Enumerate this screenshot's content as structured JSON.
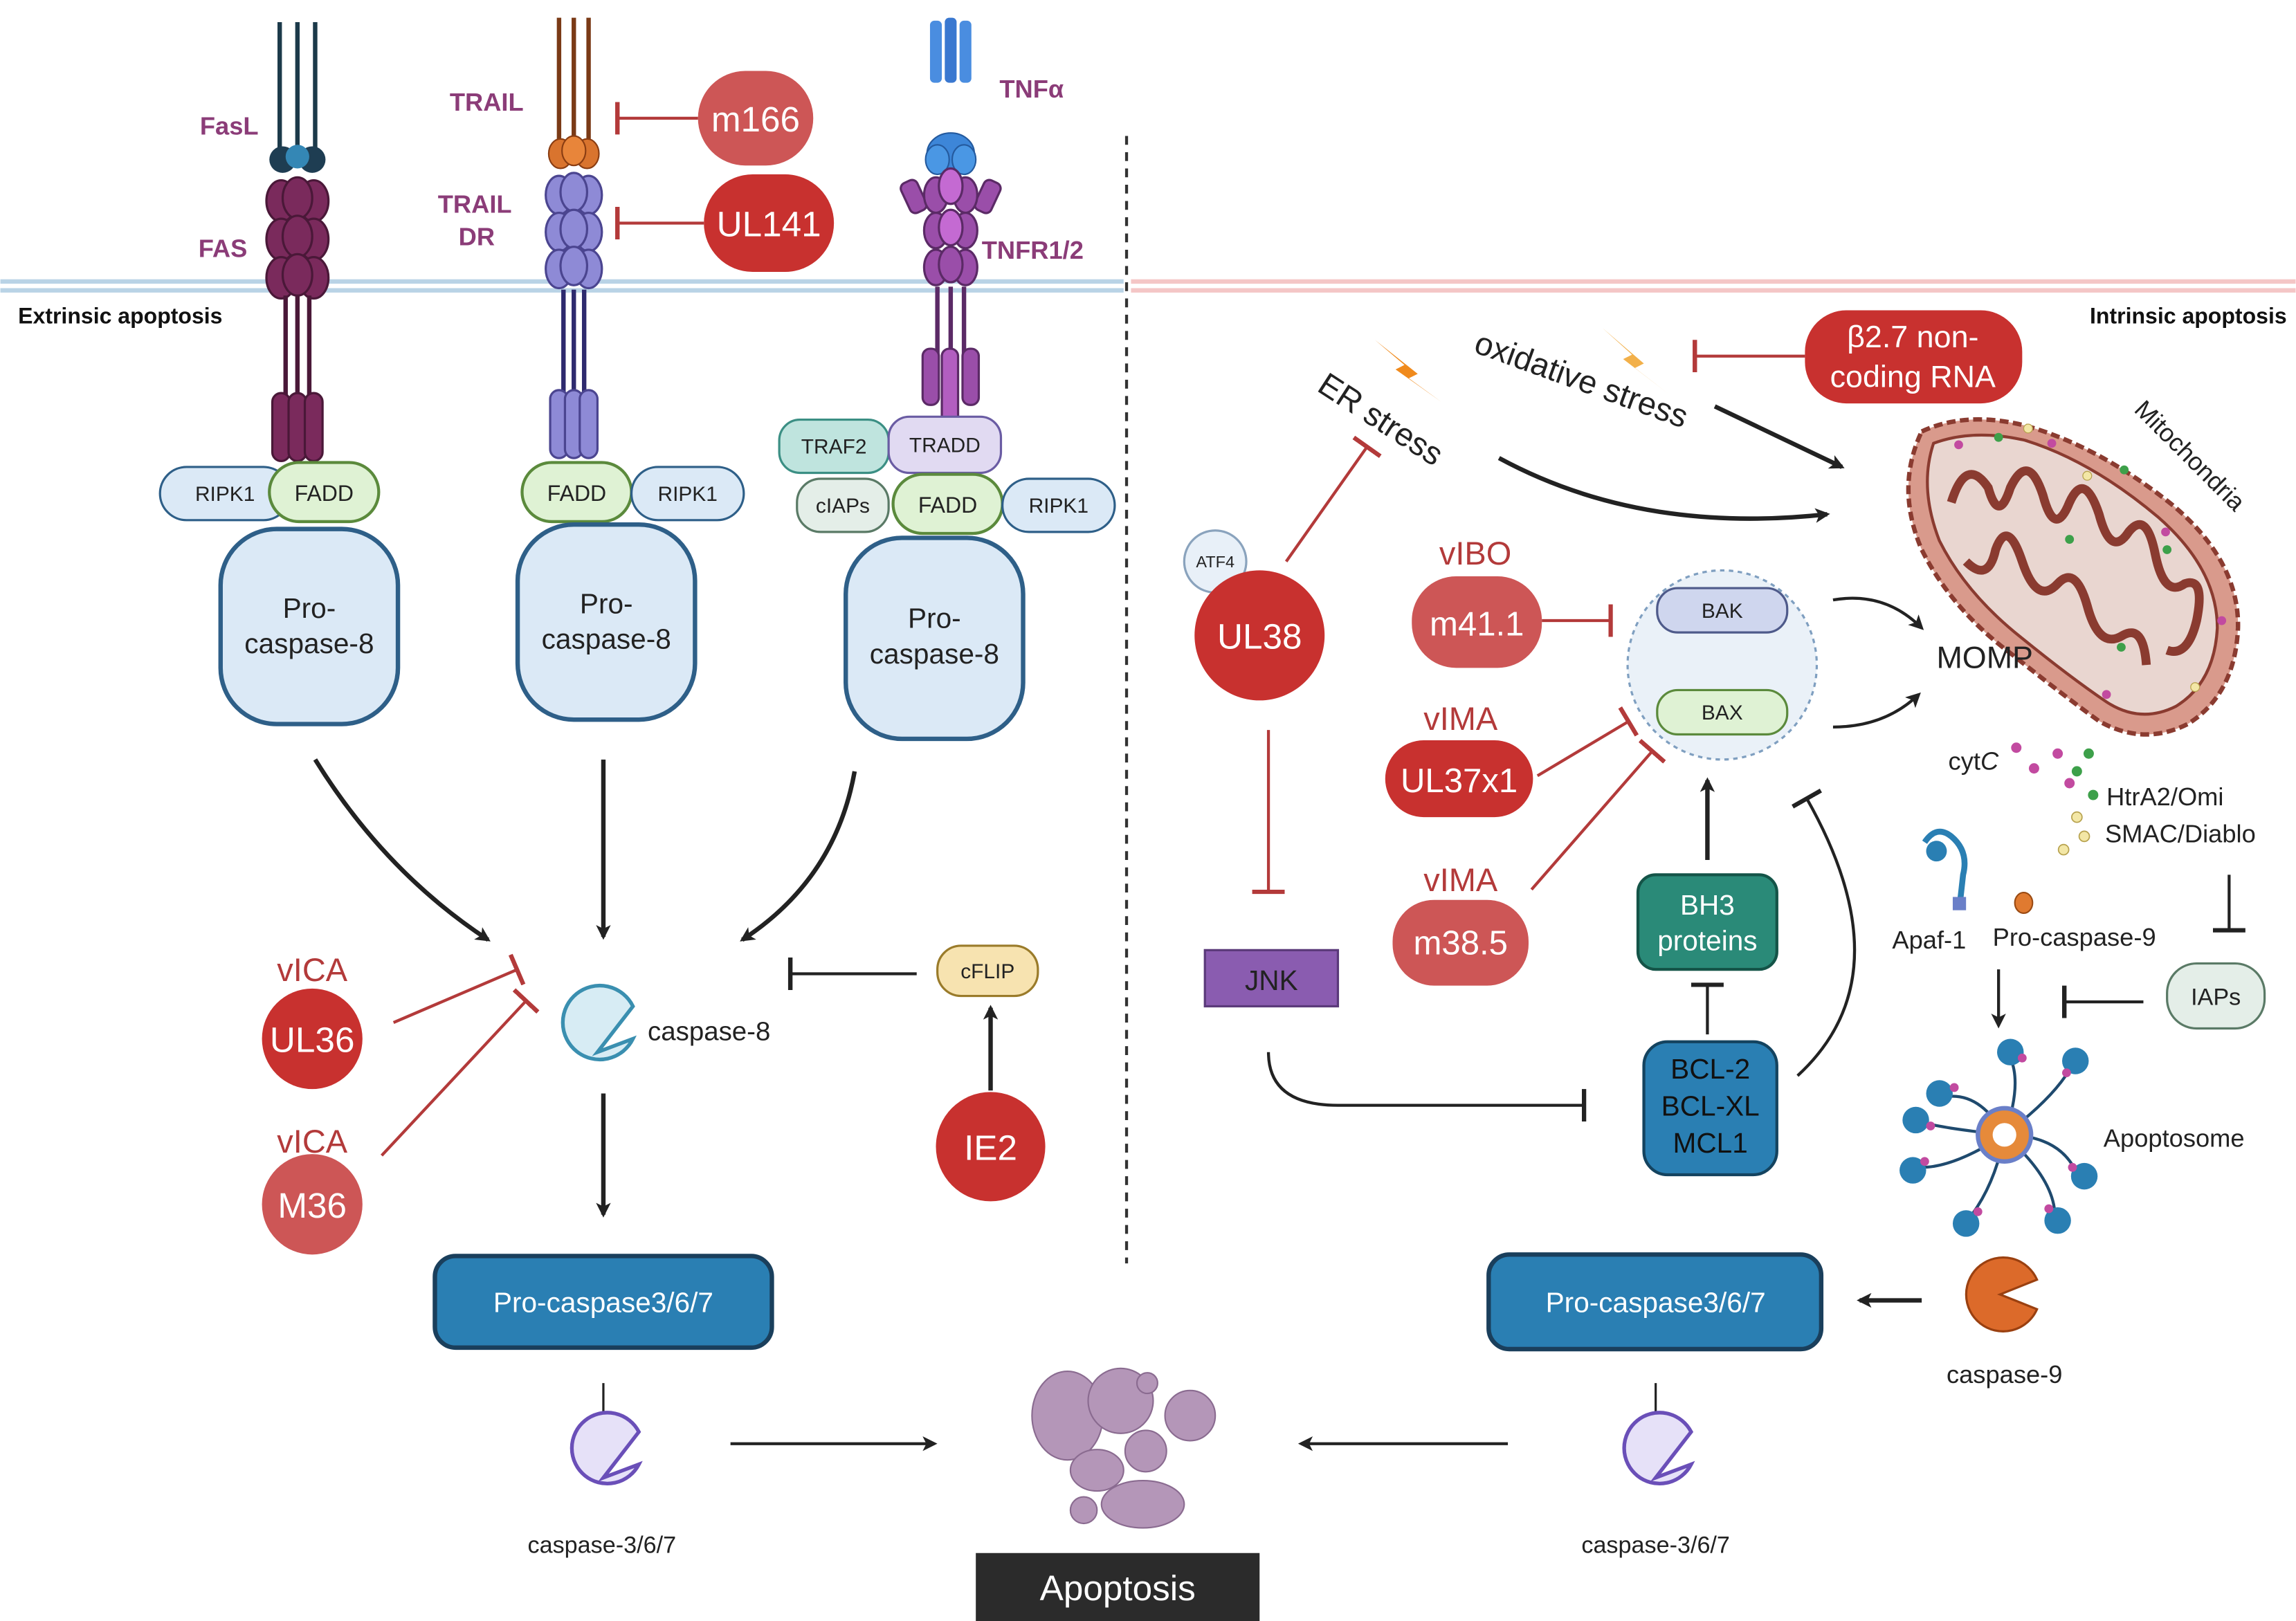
{
  "sections": {
    "extrinsic": "Extrinsic apoptosis",
    "intrinsic": "Intrinsic apoptosis"
  },
  "receptors": {
    "fasl": "FasL",
    "fas": "FAS",
    "trail": "TRAIL",
    "trail_dr_1": "TRAIL",
    "trail_dr_2": "DR",
    "tnfa": "TNFα",
    "tnfr": "TNFR1/2"
  },
  "adaptors": {
    "ripk1": "RIPK1",
    "fadd": "FADD",
    "traf2": "TRAF2",
    "tradd": "TRADD",
    "ciaps": "cIAPs",
    "cflip": "cFLIP"
  },
  "procaspase8": {
    "line1": "Pro-",
    "line2": "caspase-8"
  },
  "viral": {
    "m166": "m166",
    "ul141": "UL141",
    "ul36": "UL36",
    "m36": "M36",
    "ie2": "IE2",
    "vica": "vICA",
    "ul38": "UL38",
    "atf4": "ATF4",
    "vibo": "vIBO",
    "m41_1": "m41.1",
    "vima": "vIMA",
    "ul37x1": "UL37x1",
    "m38_5": "m38.5",
    "beta27_line1": "β2.7 non-",
    "beta27_line2": "coding RNA"
  },
  "caspases": {
    "caspase8": "caspase-8",
    "procaspase367": "Pro-caspase3/6/7",
    "caspase367": "caspase-3/6/7",
    "caspase9": "caspase-9",
    "procaspase9": "Pro-caspase-9"
  },
  "stress": {
    "er": "ER stress",
    "oxidative": "oxidative stress"
  },
  "intrinsic": {
    "jnk": "JNK",
    "bak": "BAK",
    "bax": "BAX",
    "bh3_line1": "BH3",
    "bh3_line2": "proteins",
    "bcl2": "BCL-2",
    "bclxl": "BCL-XL",
    "mcl1": "MCL1",
    "momp": "MOMP",
    "mitochondria": "Mitochondria",
    "cyt": "cyt",
    "cyt_c": "C",
    "htra2": "HtrA2/Omi",
    "smac": "SMAC/Diablo",
    "apaf1": "Apaf-1",
    "iaps": "IAPs",
    "apoptosome": "Apoptosome"
  },
  "apoptosis": "Apoptosis",
  "colors": {
    "viral_red": "#c8312f",
    "viral_light": "#cd5656",
    "inhibit": "#b33a3a",
    "caspase_blue": "#2a7fb3",
    "label_purple": "#8b3c78"
  }
}
